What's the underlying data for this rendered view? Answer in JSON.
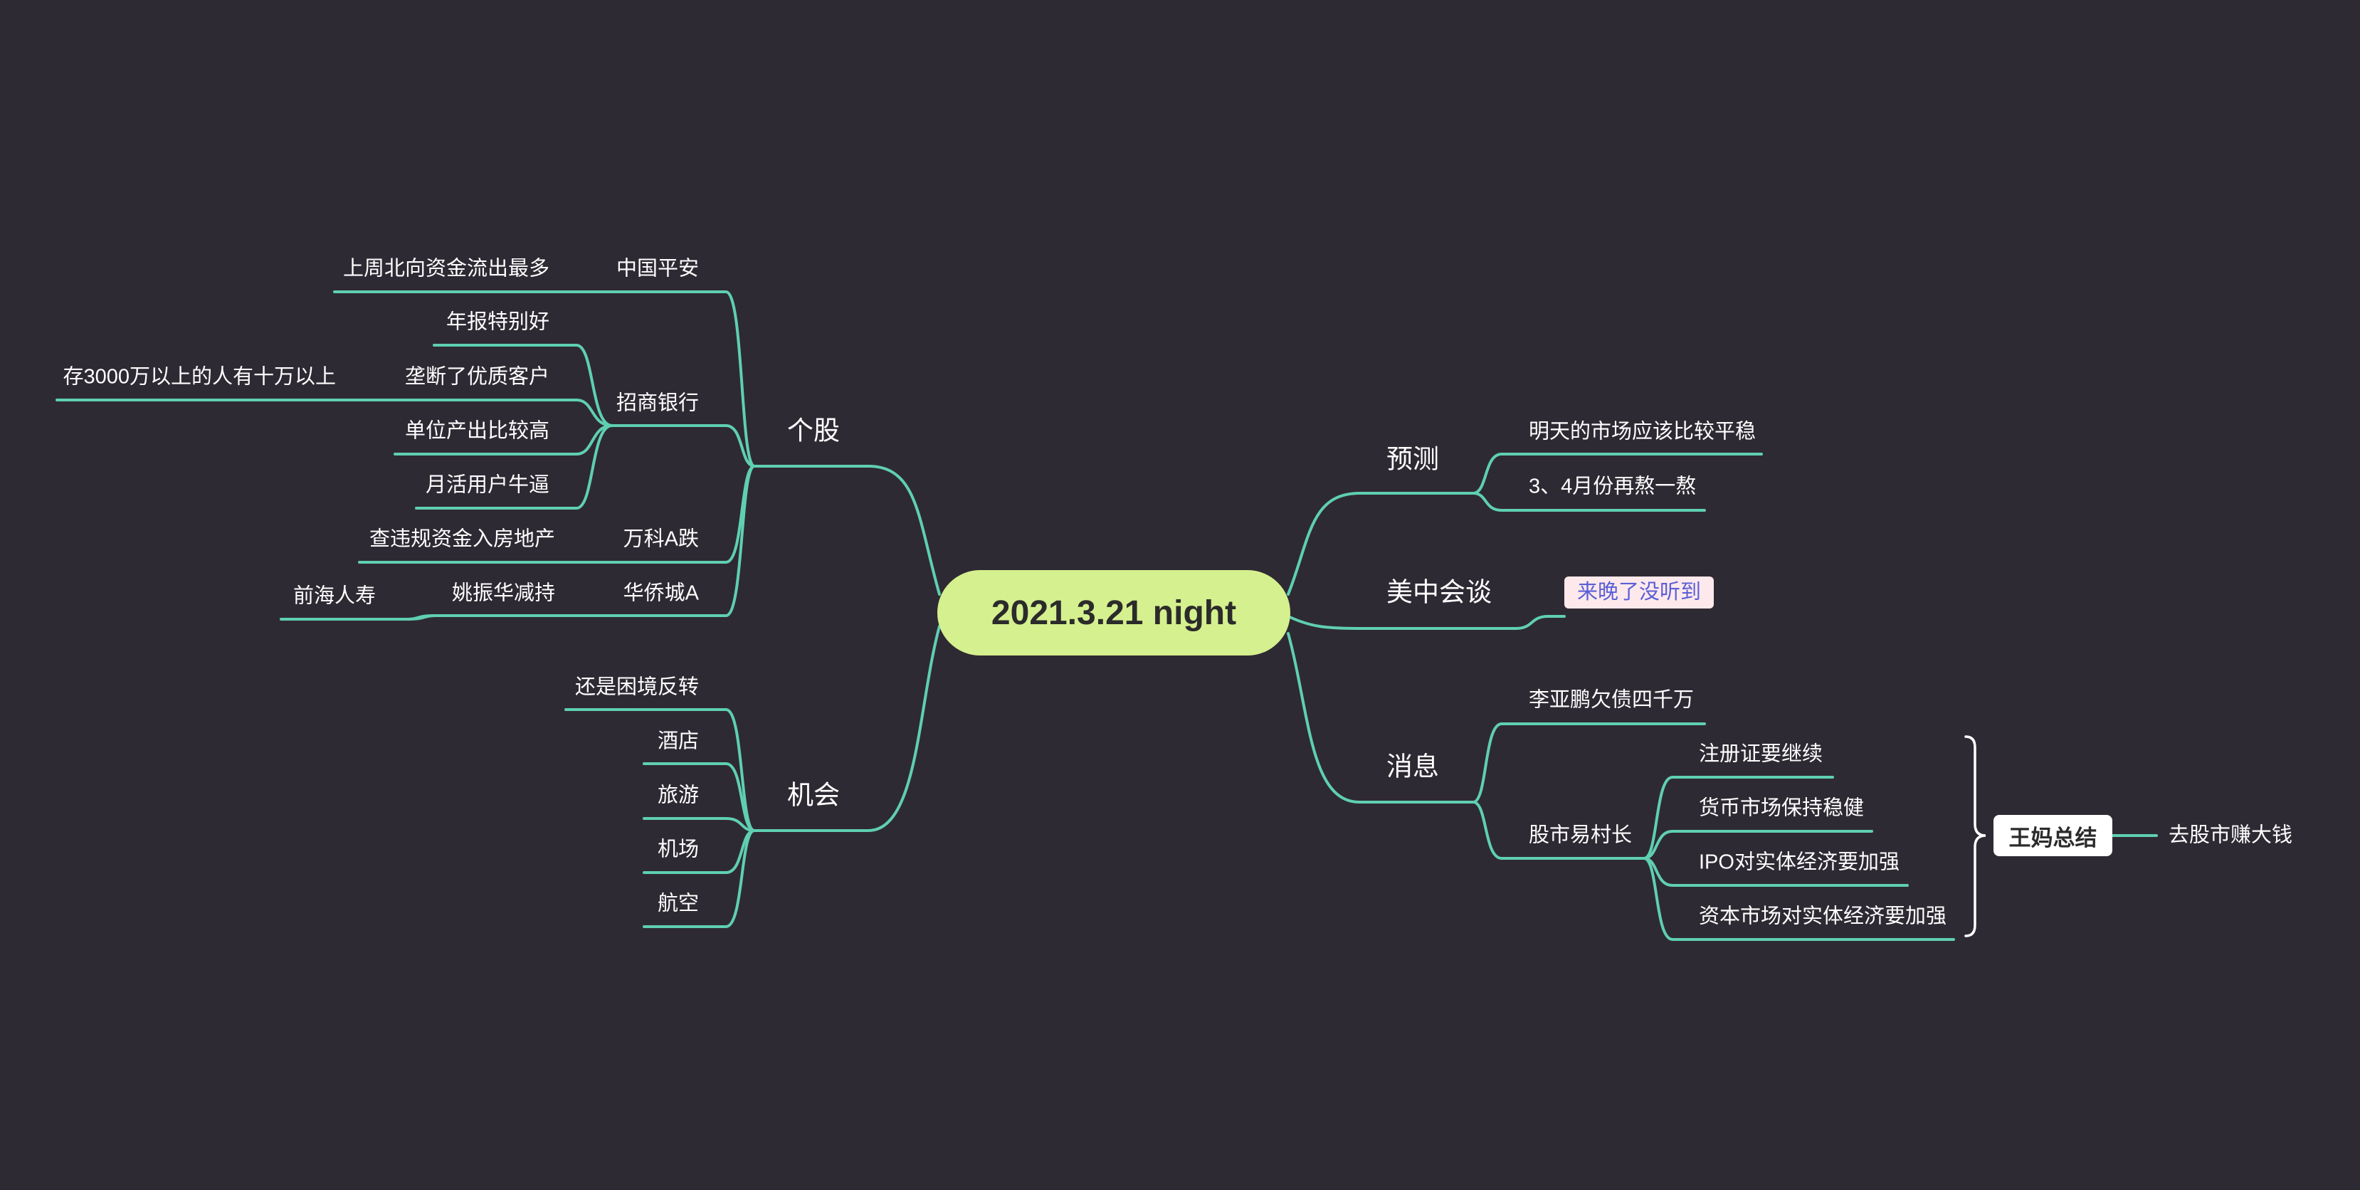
{
  "root": "2021.3.21 night",
  "branches": {
    "stocks": {
      "label": "个股",
      "zhongguo_pingan": {
        "label": "中国平安",
        "detail": "上周北向资金流出最多"
      },
      "zhaoshang": {
        "label": "招商银行",
        "items": [
          "年报特别好",
          "垄断了优质客户",
          "单位产出比较高",
          "月活用户牛逼"
        ],
        "sub_detail": "存3000万以上的人有十万以上"
      },
      "wanke": {
        "label": "万科A跌",
        "detail": "查违规资金入房地产"
      },
      "huaqiao": {
        "label": "华侨城A",
        "detail": "姚振华减持",
        "sub_detail": "前海人寿"
      }
    },
    "chance": {
      "label": "机会",
      "items": [
        "还是困境反转",
        "酒店",
        "旅游",
        "机场",
        "航空"
      ]
    },
    "forecast": {
      "label": "预测",
      "items": [
        "明天的市场应该比较平稳",
        "3、4月份再熬一熬"
      ]
    },
    "talks": {
      "label": "美中会谈",
      "callout": "来晚了没听到"
    },
    "news": {
      "label": "消息",
      "item1": "李亚鹏欠债四千万",
      "chief": {
        "label": "股市易村长",
        "items": [
          "注册证要继续",
          "货币市场保持稳健",
          "IPO对实体经济要加强",
          "资本市场对实体经济要加强"
        ]
      },
      "summary": {
        "label": "王妈总结",
        "detail": "去股市赚大钱"
      }
    }
  },
  "colors": {
    "background": "#2e2a33",
    "line": "#5fcfb3",
    "root_fill": "#d5f08e",
    "callout_fill": "#fde9ec",
    "callout_text": "#5b5fd6"
  }
}
